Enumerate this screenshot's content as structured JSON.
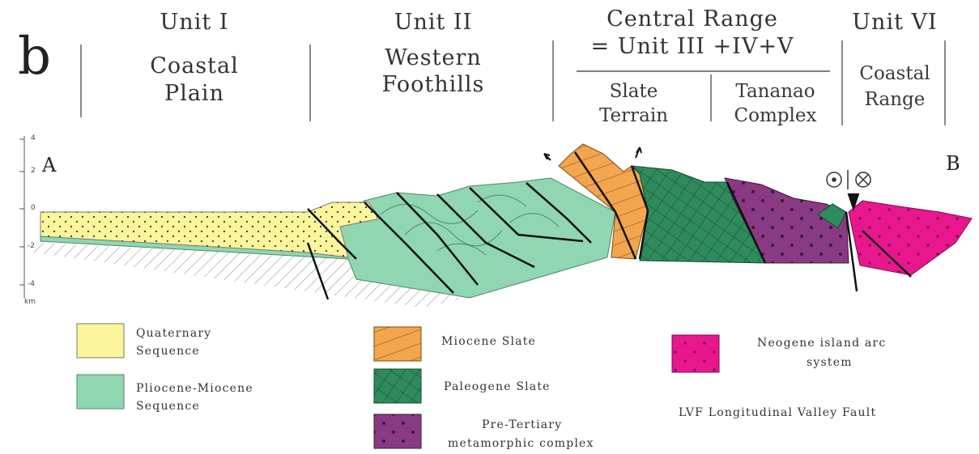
{
  "panel_letter": "b",
  "units": {
    "unit1": {
      "title": "Unit I",
      "region": [
        "Coastal",
        "Plain"
      ]
    },
    "unit2": {
      "title": "Unit II",
      "region": [
        "Western",
        "Foothills"
      ]
    },
    "central": {
      "title": [
        "Central Range",
        "= Unit III +IV+V"
      ],
      "slate": [
        "Slate",
        "Terrain"
      ],
      "tananao": [
        "Tananao",
        "Complex"
      ]
    },
    "unit6": {
      "title": "Unit VI",
      "region": [
        "Coastal",
        "Range"
      ]
    }
  },
  "section": {
    "start": "A",
    "end": "B",
    "depth_unit": "km",
    "depth_ticks": [
      "4",
      "2",
      "0",
      "-2",
      "-4"
    ]
  },
  "legend": {
    "quaternary": {
      "label": [
        "Quaternary",
        "Sequence"
      ],
      "color": "#fbf59b"
    },
    "pliocene": {
      "label": [
        "Pliocene-Miocene",
        "Sequence"
      ],
      "color": "#8fd6b1"
    },
    "miocene_slate": {
      "label": "Miocene Slate",
      "color": "#f3a64e"
    },
    "paleogene_slate": {
      "label": "Paleogene Slate",
      "color": "#2f8b5c"
    },
    "pre_tertiary": {
      "label": [
        "Pre-Tertiary",
        "metamorphic complex"
      ],
      "color": "#8a3a85"
    },
    "neogene": {
      "label": [
        "Neogene island arc",
        "system"
      ],
      "color": "#e8178e"
    },
    "lvf": "LVF  Longitudinal Valley Fault"
  }
}
